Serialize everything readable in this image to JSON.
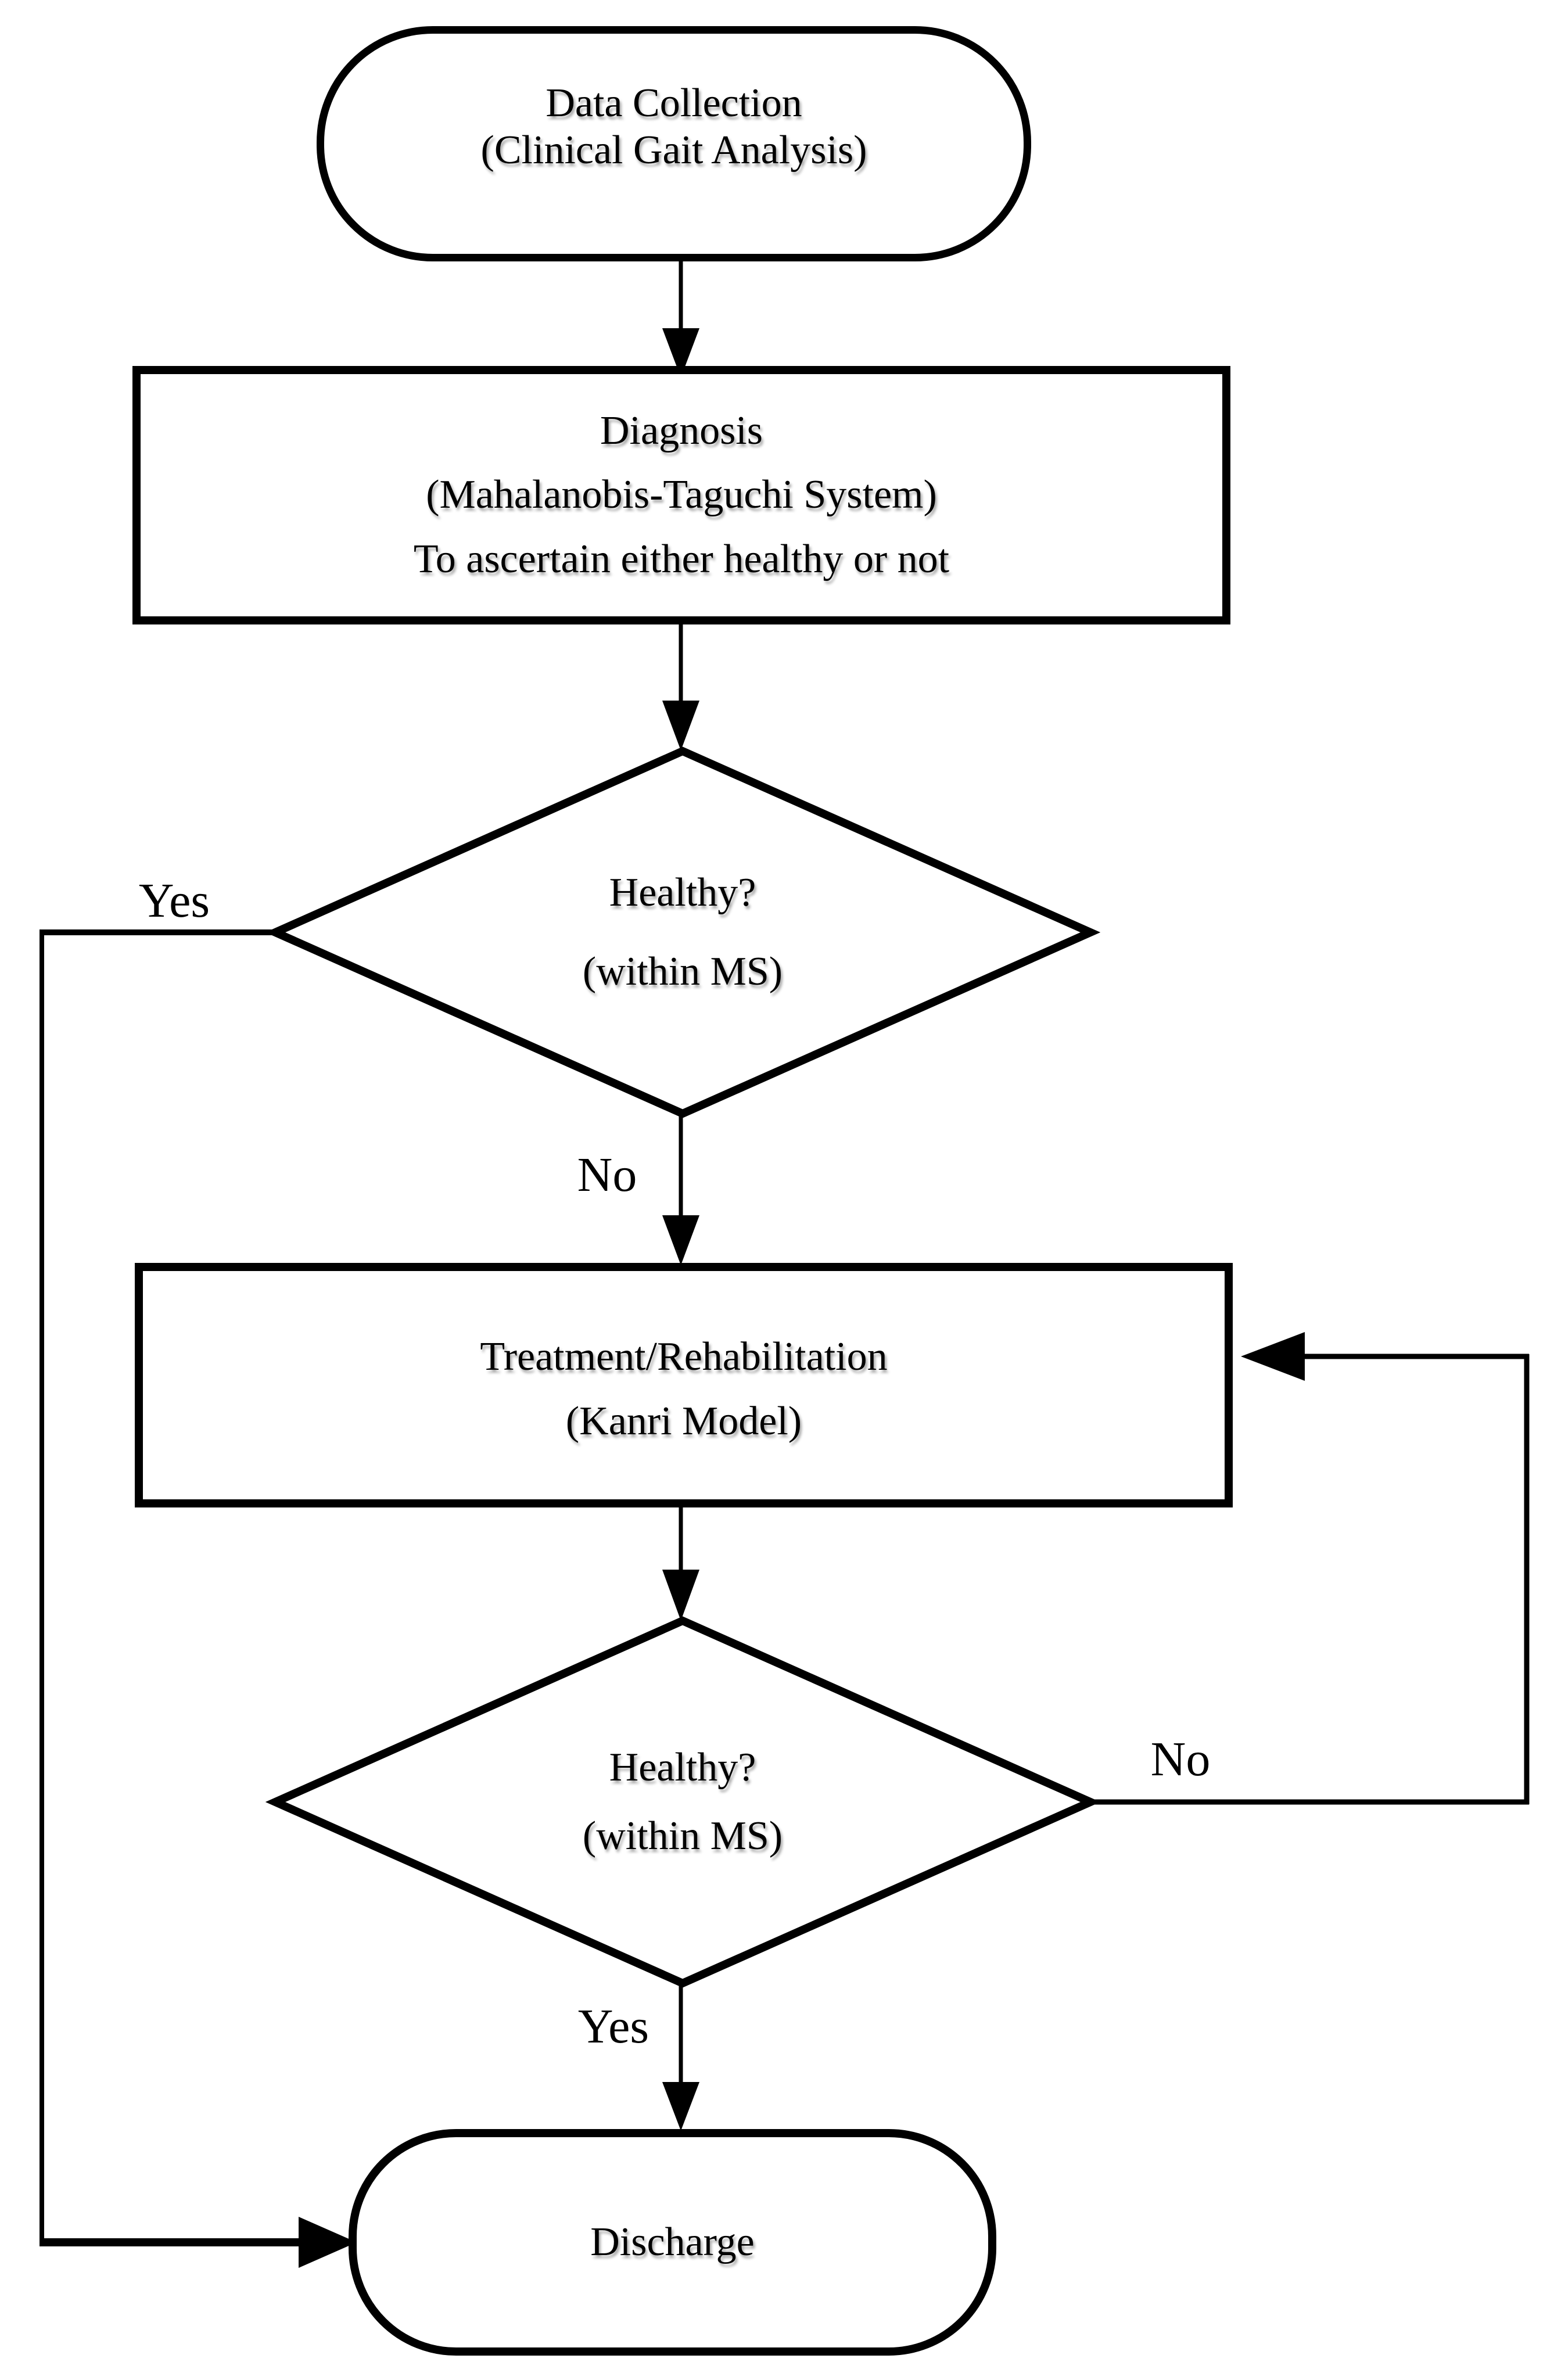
{
  "colors": {
    "background": "#ffffff",
    "line": "#000000",
    "text": "#000000"
  },
  "flowchart": {
    "nodes": {
      "start": {
        "type": "terminator",
        "lines": [
          "Data Collection",
          "(Clinical Gait Analysis)"
        ]
      },
      "diagnosis": {
        "type": "process",
        "lines": [
          "Diagnosis",
          "(Mahalanobis-Taguchi System)",
          "To ascertain either healthy or not"
        ]
      },
      "decision1": {
        "type": "decision",
        "lines": [
          "Healthy?",
          "(within MS)"
        ]
      },
      "treatment": {
        "type": "process",
        "lines": [
          "Treatment/Rehabilitation",
          "(Kanri Model)"
        ]
      },
      "decision2": {
        "type": "decision",
        "lines": [
          "Healthy?",
          "(within MS)"
        ]
      },
      "discharge": {
        "type": "terminator",
        "lines": [
          "Discharge"
        ]
      }
    },
    "labels": {
      "decision1_yes": "Yes",
      "decision1_no": "No",
      "decision2_no": "No",
      "decision2_yes": "Yes"
    }
  }
}
